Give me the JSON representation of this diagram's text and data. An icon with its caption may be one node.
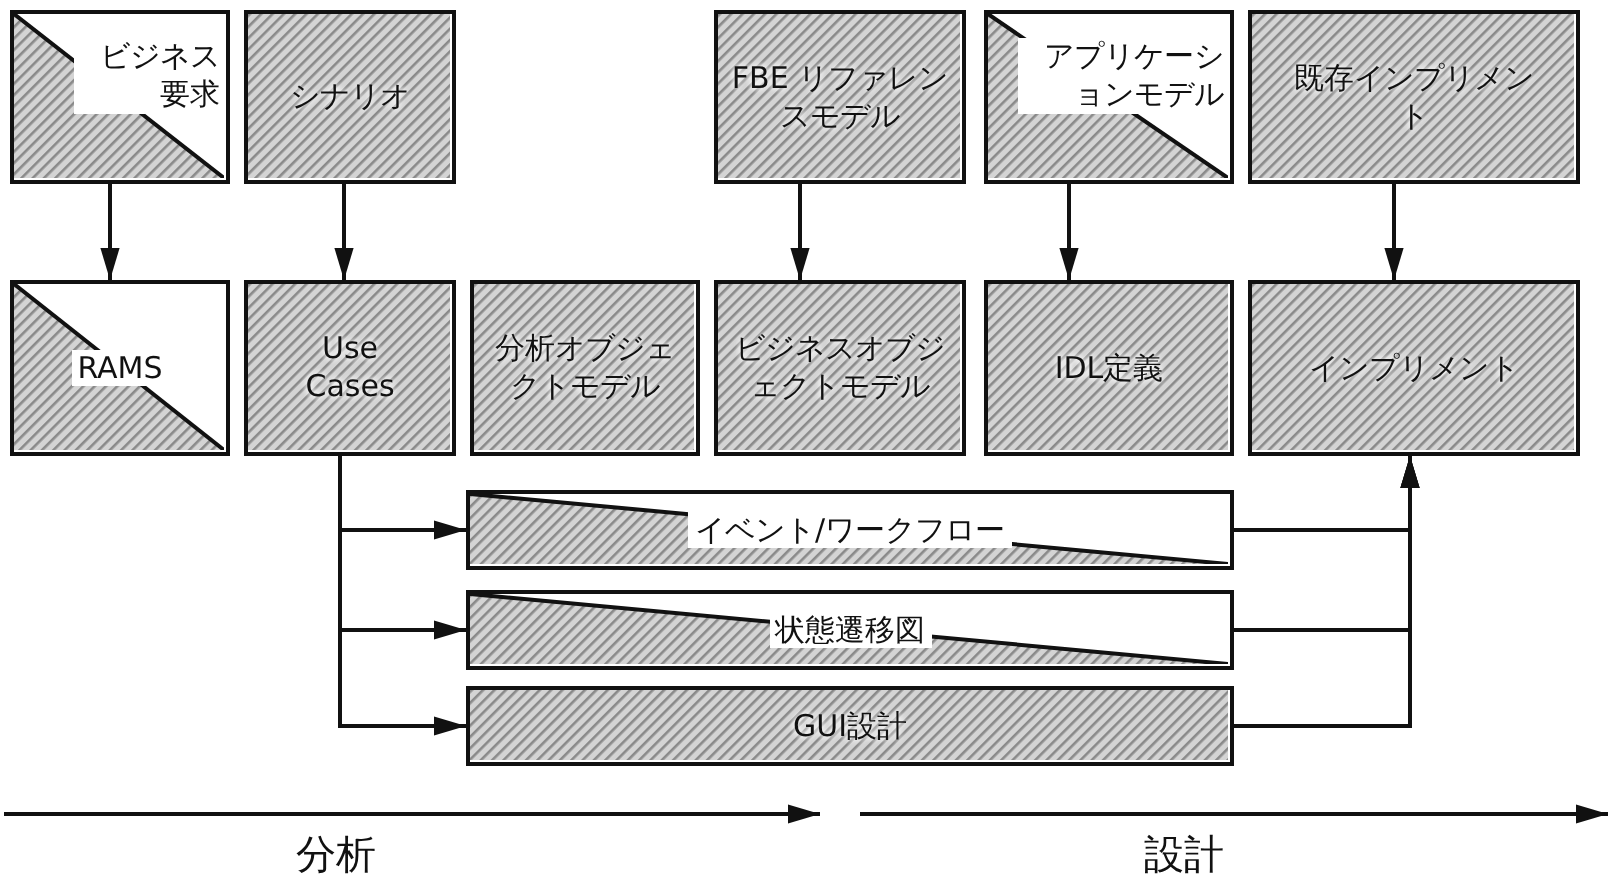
{
  "diagram": {
    "nodes": [
      {
        "text": [
          "ビジネス要求"
        ]
      },
      {
        "text": [
          "シナリオ"
        ]
      },
      {
        "text": [
          "FBE リファレンスモデル"
        ]
      },
      {
        "text": [
          "アプリケーションモデル"
        ]
      },
      {
        "text": [
          "既存インプリメント"
        ]
      },
      {
        "text": [
          "RAMS"
        ]
      },
      {
        "text": [
          "Use Cases"
        ]
      },
      {
        "text": [
          "分析オブジェクトモデル"
        ]
      },
      {
        "text": [
          "ビジネスオブジェクトモデル"
        ]
      },
      {
        "text": [
          "IDL定義"
        ]
      },
      {
        "text": [
          "インプリメント"
        ]
      },
      {
        "text": [
          "イベント/ワークフロー"
        ]
      },
      {
        "text": [
          "状態遷移図"
        ]
      },
      {
        "text": [
          "GUI設計"
        ]
      }
    ],
    "edges": [
      {
        "from": 0,
        "to": 5,
        "arrow": "to"
      },
      {
        "from": 1,
        "to": 6,
        "arrow": "to"
      },
      {
        "from": 2,
        "to": 8,
        "arrow": "to"
      },
      {
        "from": 3,
        "to": 9,
        "arrow": "to"
      },
      {
        "from": 4,
        "to": 10,
        "arrow": "to"
      },
      {
        "from": 6,
        "to": 11,
        "arrow": "to"
      },
      {
        "from": 6,
        "to": 12,
        "arrow": "to"
      },
      {
        "from": 6,
        "to": 13,
        "arrow": "to"
      },
      {
        "from": 11,
        "to": 10,
        "arrow": "to"
      },
      {
        "from": 12,
        "to": 10,
        "arrow": "to"
      },
      {
        "from": 13,
        "to": 10,
        "arrow": "to"
      }
    ],
    "labels": [
      "分析",
      "設計"
    ]
  }
}
